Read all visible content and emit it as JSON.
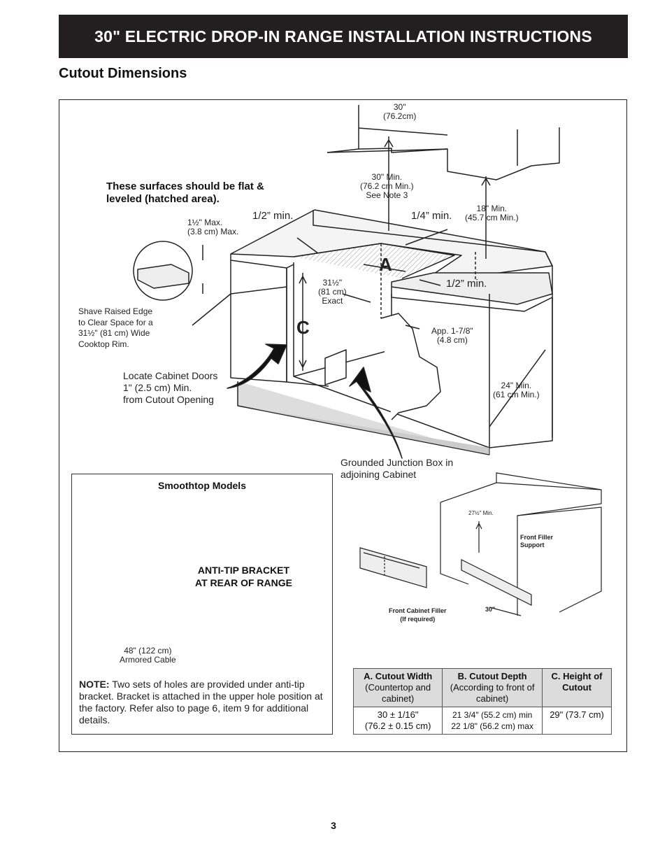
{
  "header": {
    "title": "30\" ELECTRIC DROP-IN RANGE INSTALLATION INSTRUCTIONS"
  },
  "section": {
    "title": "Cutout Dimensions"
  },
  "diagram": {
    "note_surfaces": [
      "These surfaces should be flat &",
      "leveled (hatched area)."
    ],
    "dim_30_top": [
      "30\"",
      "(76.2cm)"
    ],
    "dim_30_min": [
      "30\" Min.",
      "(76.2 cm Min.)",
      "See Note 3"
    ],
    "dim_18_min": [
      "18\" Min.",
      "(45.7 cm Min.)"
    ],
    "dim_half_min_left": "1/2” min.",
    "dim_quarter_min": "1/4” min.",
    "dim_half_min_right": "1/2” min.",
    "dim_1half_max": [
      "1½\" Max.",
      "(3.8 cm) Max."
    ],
    "dim_31half": [
      "31½\"",
      "(81 cm)",
      "Exact"
    ],
    "letter_a": "A",
    "letter_c": "C",
    "shave_note": [
      "Shave Raised Edge",
      "to Clear Space for a",
      "31½\" (81 cm) Wide",
      "Cooktop Rim."
    ],
    "dim_app": [
      "App. 1-7/8\"",
      "(4.8 cm)"
    ],
    "cabinet_doors_note": [
      "Locate Cabinet Doors",
      "1\" (2.5 cm) Min.",
      "from Cutout Opening"
    ],
    "dim_24_min": [
      "24\" Min.",
      "(61 cm Min.)"
    ],
    "junction_box": [
      "Grounded Junction Box in",
      "adjoining Cabinet"
    ]
  },
  "inset": {
    "title": "Smoothtop Models",
    "anti_tip": [
      "ANTI-TIP BRACKET",
      "AT REAR OF RANGE"
    ],
    "cable": [
      "48\" (122 cm)",
      "Armored Cable"
    ],
    "note_label": "NOTE:",
    "note_text": "Two sets of holes are provided under anti-tip bracket. Bracket is attached in the upper hole position at the factory. Refer also to page 6, item 9 for additional details."
  },
  "filler": {
    "dim_27": "27½\" Min.",
    "front_filler_support": [
      "Front Filler",
      "Support"
    ],
    "front_cabinet_filler": [
      "Front Cabinet Filler",
      "(If required)"
    ],
    "dim_30": "30\""
  },
  "table": {
    "headers": [
      {
        "title": "A. Cutout Width",
        "sub": "(Countertop and cabinet)"
      },
      {
        "title": "B. Cutout Depth",
        "sub": "(According to front of cabinet)"
      },
      {
        "title": "C. Height of Cutout",
        "sub": ""
      }
    ],
    "row": [
      [
        "30 ± 1/16\"",
        "(76.2 ± 0.15 cm)"
      ],
      [
        "21 3/4\" (55.2 cm) min",
        "22 1/8\" (56.2 cm) max"
      ],
      [
        "29\" (73.7 cm)"
      ]
    ]
  },
  "page_number": "3"
}
